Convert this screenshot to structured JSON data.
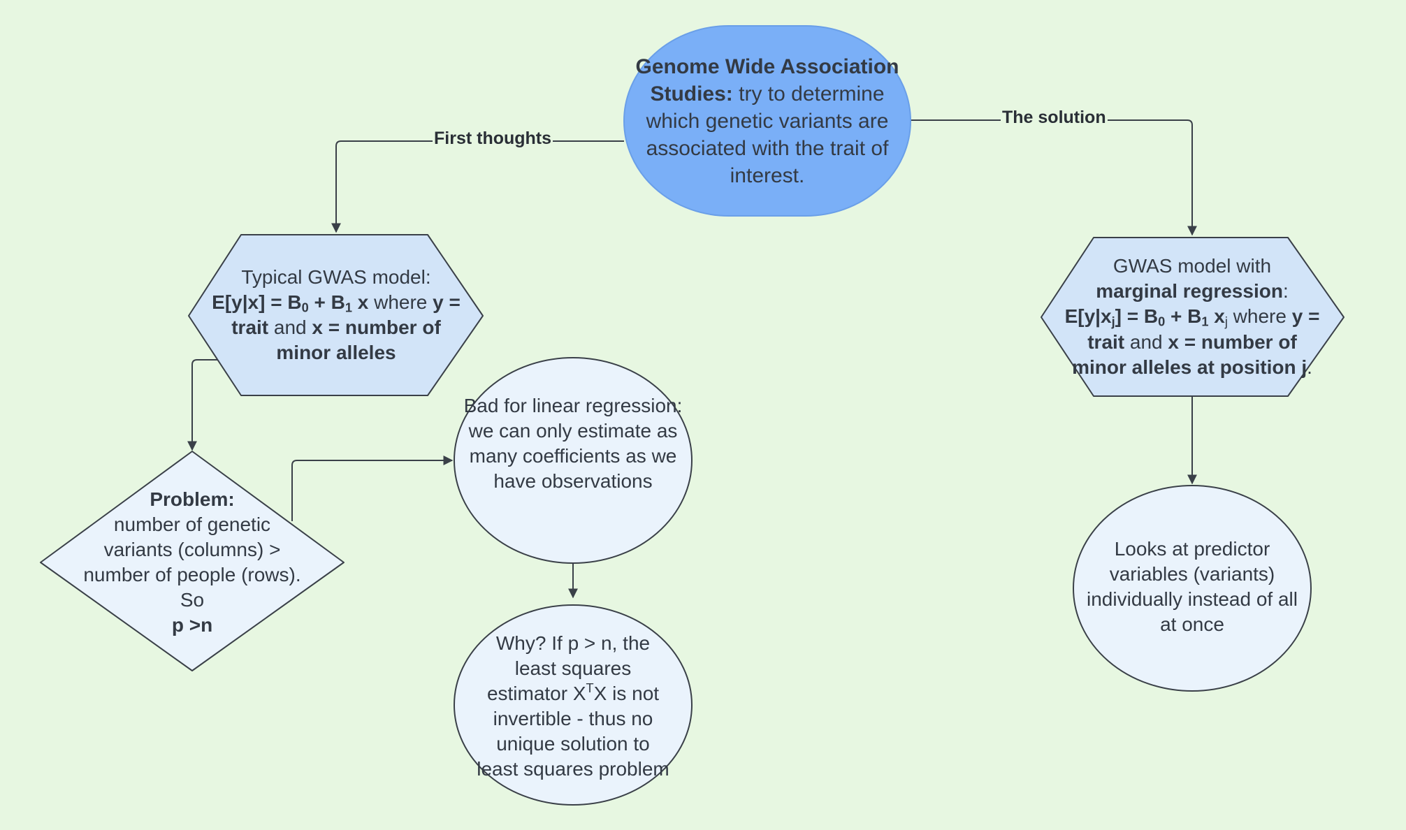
{
  "nodes": {
    "gwas": {
      "title_bold": "Genome Wide Association Studies:",
      "text": " try to determine which genetic variants are associated with the trait of interest."
    },
    "typical_model": {
      "line1": "Typical GWAS model:",
      "eq_a": "E[y|x] = B",
      "sub0": "0",
      "eq_plus": " + B",
      "sub1": "1",
      "eq_x": " x",
      "where": " where ",
      "y_bold": "y = trait",
      "and": " and ",
      "x_bold": "x = number of minor alleles"
    },
    "marginal_model": {
      "line1": "GWAS model with",
      "bold1": "marginal regression",
      "colon": ":",
      "eq_a": "E[y|x",
      "subj": "j",
      "eq_b": "] = B",
      "sub0": "0",
      "eq_plus": " + B",
      "sub1": "1",
      "eq_x": " x",
      "subj2": "j",
      "where": " where ",
      "y_bold": "y = trait",
      "and": " and ",
      "x_bold": "x = number of minor alleles at position j",
      "period": "."
    },
    "problem": {
      "bold": "Problem:",
      "text": "number of genetic variants (columns) > number of people (rows). So",
      "bold2": "p >n"
    },
    "bad": {
      "text": "Bad for linear regression: we can only estimate as many coefficients as we have observations"
    },
    "why": {
      "text_a": "Why? If p > n, the least squares estimator X",
      "sup": "T",
      "text_b": "X is not invertible - thus no unique solution to least squares problem"
    },
    "looks": {
      "text": "Looks at predictor variables (variants) individually instead of all at once"
    }
  },
  "edges": {
    "first": "First thoughts",
    "solution": "The solution"
  },
  "colors": {
    "background": "#e7f7e1",
    "primary_fill": "#7aaff7",
    "secondary_fill": "#d2e4f8",
    "light_fill": "#eaf3fc",
    "stroke": "#3a4048"
  }
}
